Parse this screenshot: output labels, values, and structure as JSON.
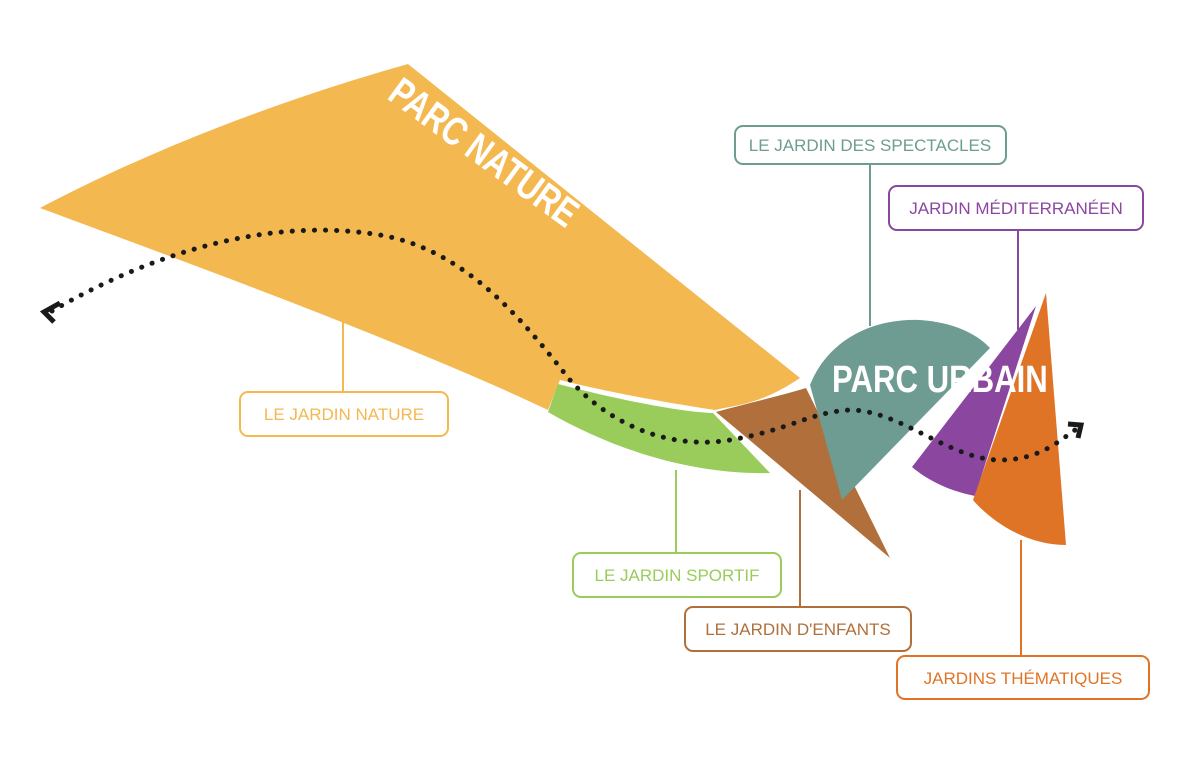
{
  "regions": {
    "parc_nature": "PARC NATURE",
    "parc_urbain": "PARC URBAIN"
  },
  "labels": {
    "jardin_nature": "LE JARDIN NATURE",
    "jardin_sportif": "LE JARDIN SPORTIF",
    "jardin_enfants": "LE JARDIN D'ENFANTS",
    "jardin_spectacles": "LE JARDIN DES SPECTACLES",
    "jardin_mediterraneen": "JARDIN MÉDITERRANÉEN",
    "jardins_thematiques": "JARDINS THÉMATIQUES"
  },
  "colors": {
    "nature": "#f4b850",
    "sportif": "#99cc5a",
    "enfants": "#b06f3b",
    "spectacles": "#6e9c92",
    "mediterraneen": "#8b46a0",
    "thematiques": "#e07426",
    "path": "#1a1a1a"
  }
}
